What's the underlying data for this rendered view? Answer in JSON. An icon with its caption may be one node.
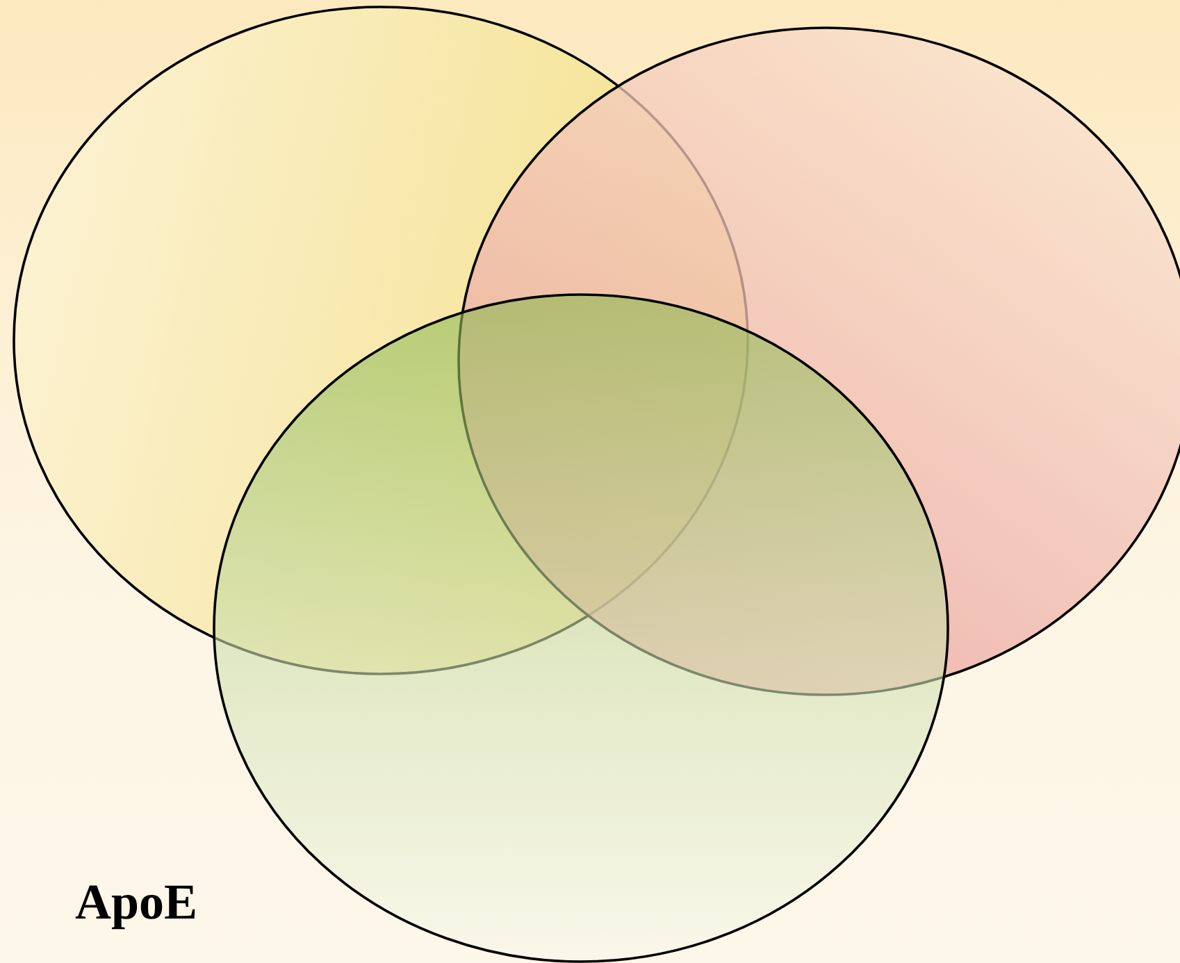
{
  "diagram": {
    "nodes": [
      {
        "text": [],
        "shape": "ellipse"
      },
      {
        "text": [],
        "shape": "ellipse"
      },
      {
        "text": [],
        "shape": "ellipse"
      }
    ],
    "labels": [
      "ApoE"
    ]
  }
}
